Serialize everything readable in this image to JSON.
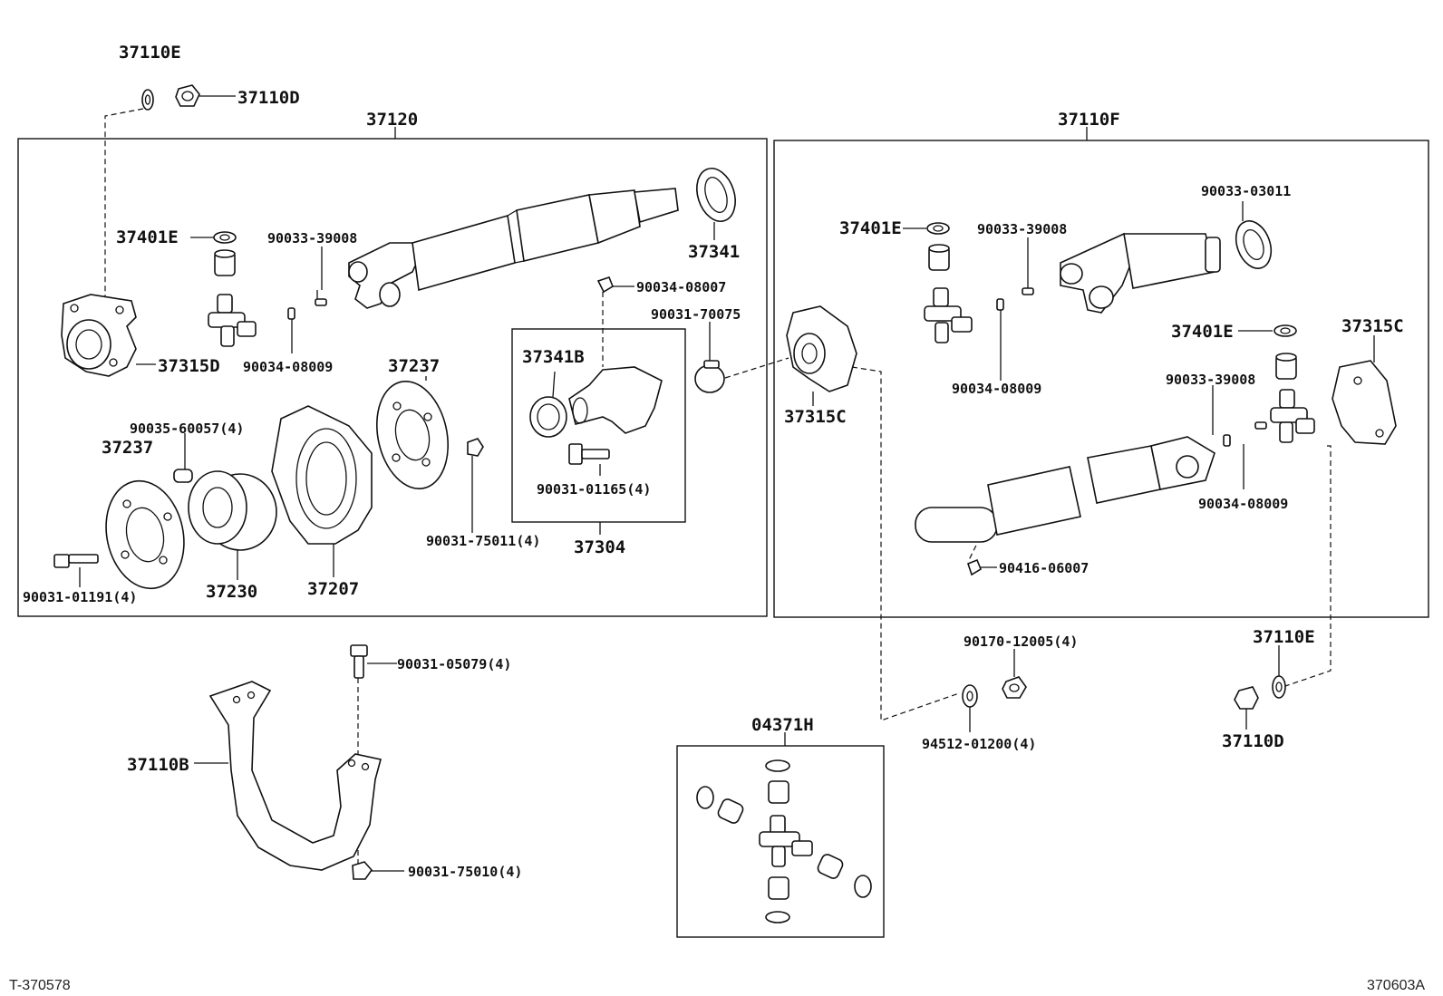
{
  "frames": {
    "left_title": "37120",
    "right_title": "37110F",
    "subassembly_37304": "37304",
    "kit_04371H": "04371H"
  },
  "labels": {
    "yoke_37315D": "37315D",
    "washer_37110E_top": "37110E",
    "nut_37110D_top": "37110D",
    "cap_37401E_left": "37401E",
    "fitting_90033_39008_left": "90033-39008",
    "fitting_90034_08009_left": "90034-08009",
    "seal_37341": "37341",
    "fitting_90034_08007": "90034-08007",
    "bolt_90031_70075": "90031-70075",
    "seal_37341B": "37341B",
    "bolt_90031_01165": "90031-01165(4)",
    "bolt_90031_75011": "90031-75011(4)",
    "plate_37237_top": "37237",
    "plate_37237_left": "37237",
    "pin_90035_60057": "90035-60057(4)",
    "bearing_37230": "37230",
    "cushion_37207": "37207",
    "bolt_90031_01191": "90031-01191(4)",
    "bracket_37110B": "37110B",
    "bolt_90031_05079": "90031-05079(4)",
    "nut_90031_75010": "90031-75010(4)",
    "flange_37315C_mid": "37315C",
    "cap_37401E_right": "37401E",
    "fitting_90033_39008_right_top": "90033-39008",
    "ring_90033_03011": "90033-03011",
    "fitting_90034_08009_right_mid": "90034-08009",
    "cap_37401E_right2": "37401E",
    "yoke_37315C_right": "37315C",
    "fitting_90033_39008_right2": "90033-39008",
    "fitting_90034_08009_right2": "90034-08009",
    "fitting_90416_06007": "90416-06007",
    "nut_90170_12005": "90170-12005(4)",
    "washer_94512_01200": "94512-01200(4)",
    "washer_37110E_bottom": "37110E",
    "nut_37110D_bottom": "37110D"
  },
  "footer": {
    "left_code": "T-370578",
    "right_code": "370603A"
  }
}
